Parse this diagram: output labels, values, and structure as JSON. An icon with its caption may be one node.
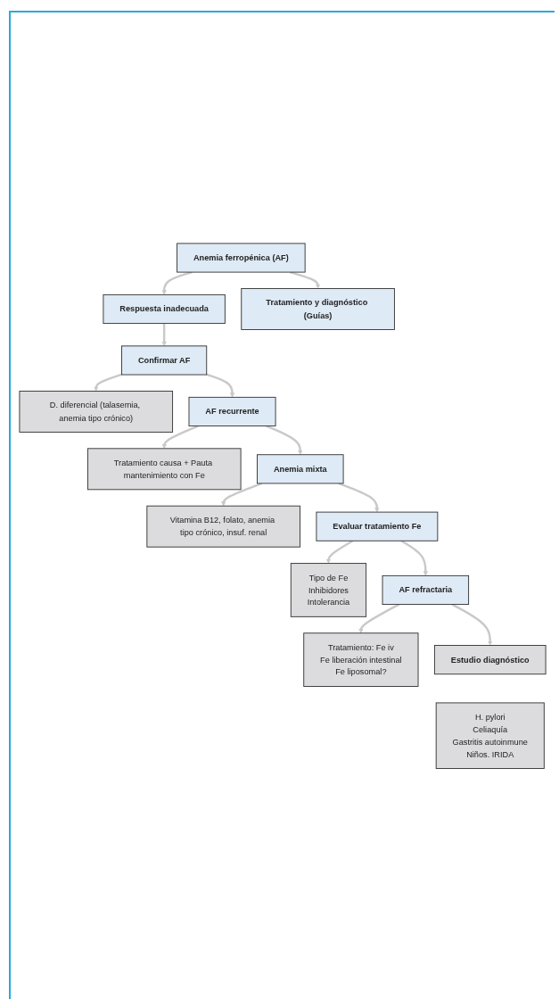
{
  "diagram": {
    "nodes": [
      {
        "text": [
          "Anemia ferropénica (AF)"
        ]
      },
      {
        "text": [
          "Respuesta inadecuada"
        ]
      },
      {
        "text": [
          "Tratamiento y diagnóstico (Guías)"
        ]
      },
      {
        "text": [
          "Confirmar AF"
        ]
      },
      {
        "text": [
          "D. diferencial (talasemia, anemia tipo crónico)"
        ]
      },
      {
        "text": [
          "AF recurrente"
        ]
      },
      {
        "text": [
          "Tratamiento causa + Pauta mantenimiento con Fe"
        ]
      },
      {
        "text": [
          "Anemia mixta"
        ]
      },
      {
        "text": [
          "Vitamina B12, folato, anemia tipo crónico, insuf. renal"
        ]
      },
      {
        "text": [
          "Evaluar tratamiento Fe"
        ]
      },
      {
        "text": [
          "Tipo de Fe",
          "Inhibidores",
          "Intolerancia"
        ]
      },
      {
        "text": [
          "AF refractaria"
        ]
      },
      {
        "text": [
          "Tratamiento: Fe iv",
          "Fe liberación intestinal",
          "Fe liposomal?"
        ]
      },
      {
        "text": [
          "Estudio diagnóstico"
        ]
      },
      {
        "text": [
          "H. pylori",
          "Celiaquía",
          "Gastritis autoinmune",
          "Niños. IRIDA"
        ]
      }
    ],
    "edges": [
      {
        "from": 0,
        "to": 1,
        "arrow": "to"
      },
      {
        "from": 0,
        "to": 2,
        "arrow": "to"
      },
      {
        "from": 1,
        "to": 3,
        "arrow": "to"
      },
      {
        "from": 3,
        "to": 4,
        "arrow": "to"
      },
      {
        "from": 3,
        "to": 5,
        "arrow": "to"
      },
      {
        "from": 5,
        "to": 6,
        "arrow": "to"
      },
      {
        "from": 5,
        "to": 7,
        "arrow": "to"
      },
      {
        "from": 7,
        "to": 8,
        "arrow": "to"
      },
      {
        "from": 7,
        "to": 9,
        "arrow": "to"
      },
      {
        "from": 9,
        "to": 10,
        "arrow": "to"
      },
      {
        "from": 9,
        "to": 11,
        "arrow": "to"
      },
      {
        "from": 11,
        "to": 12,
        "arrow": "to"
      },
      {
        "from": 11,
        "to": 13,
        "arrow": "to"
      }
    ]
  }
}
